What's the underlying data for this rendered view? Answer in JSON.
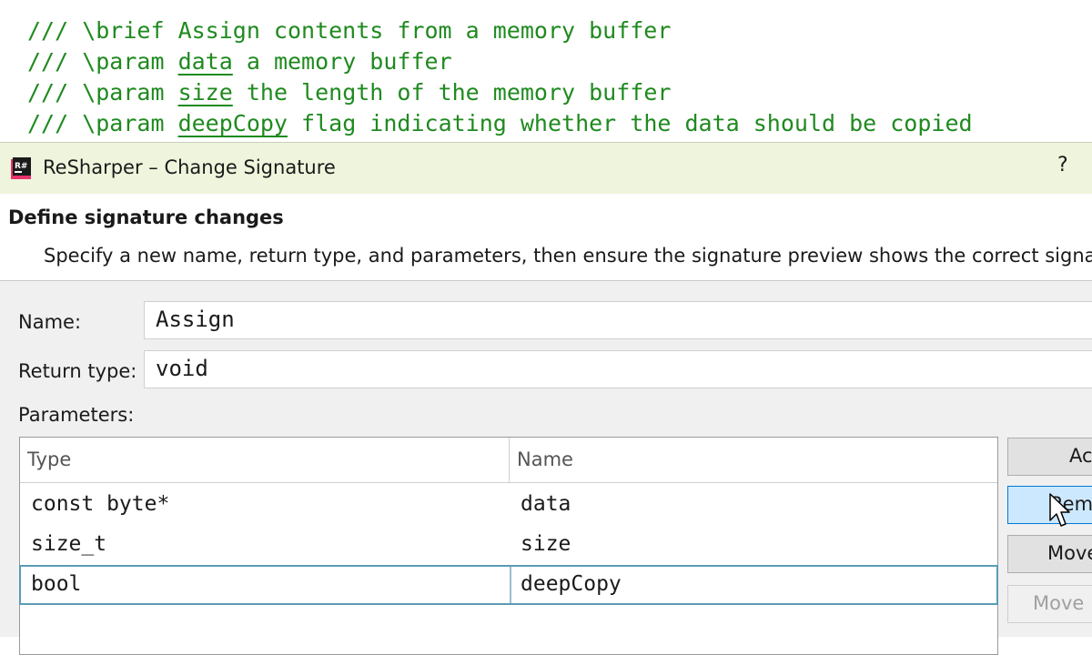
{
  "code": {
    "line1": "/// \\brief Assign contents from a memory buffer",
    "line2_prefix": "/// \\param ",
    "line2_param": "data",
    "line2_rest": " a memory buffer",
    "line3_prefix": "/// \\param ",
    "line3_param": "size",
    "line3_rest": " the length of the memory buffer",
    "line4_prefix": "/// \\param ",
    "line4_param": "deepCopy",
    "line4_rest": " flag indicating whether the data should be copied"
  },
  "dialog": {
    "title": "ReSharper – Change Signature",
    "help": "?",
    "app_icon_text": "R#",
    "header_title": "Define signature changes",
    "header_desc": "Specify a new name, return type, and parameters, then ensure the signature preview shows the correct signa"
  },
  "form": {
    "name_label": "Name:",
    "name_value": "Assign",
    "return_type_label": "Return type:",
    "return_type_value": "void",
    "parameters_label": "Parameters:"
  },
  "table": {
    "columns": [
      "Type",
      "Name"
    ],
    "rows": [
      {
        "type": "const byte*",
        "name": "data"
      },
      {
        "type": "size_t",
        "name": "size"
      },
      {
        "type": "bool",
        "name": "deepCopy"
      }
    ]
  },
  "buttons": {
    "add": "Ac",
    "remove": "Rem",
    "move_up": "Move",
    "move_down": "Move"
  },
  "colors": {
    "comment_green": "#1f8a1f",
    "titlebar_bg": "#eef5dc",
    "hover_button_bg": "#cce8ff",
    "selected_row_border": "#5b9bb5"
  }
}
